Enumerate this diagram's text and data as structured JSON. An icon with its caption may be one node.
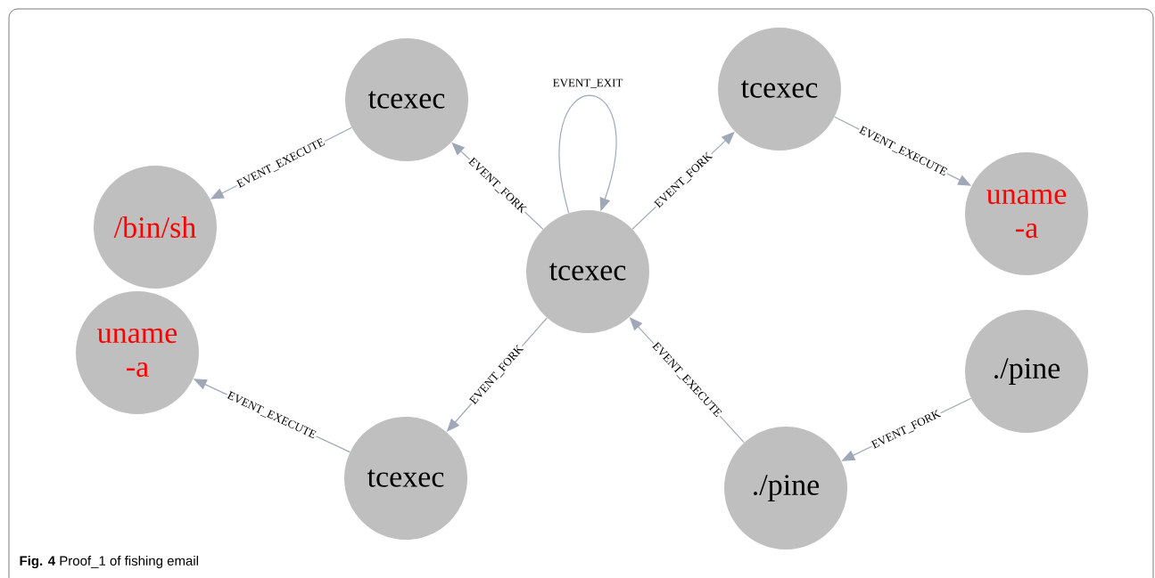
{
  "diagram": {
    "caption": "**Fig. 4** Proof_1 of fishing email",
    "nodes": [
      {
        "text": [
          "tcexec"
        ]
      },
      {
        "text": [
          "tcexec"
        ]
      },
      {
        "text": [
          "/bin/sh"
        ]
      },
      {
        "text": [
          "tcexec"
        ]
      },
      {
        "text": [
          "uname -a"
        ]
      },
      {
        "text": [
          "uname -a"
        ]
      },
      {
        "text": [
          "tcexec"
        ]
      },
      {
        "text": [
          "./pine"
        ]
      },
      {
        "text": [
          "./pine"
        ]
      }
    ],
    "edges": [
      {
        "from": 0,
        "to": 1,
        "arrow": "to",
        "label": "EVENT_FORK"
      },
      {
        "from": 1,
        "to": 2,
        "arrow": "to",
        "label": "EVENT_EXECUTE"
      },
      {
        "from": 0,
        "to": 0,
        "arrow": "to",
        "label": "EVENT_EXIT"
      },
      {
        "from": 0,
        "to": 3,
        "arrow": "to",
        "label": "EVENT_FORK"
      },
      {
        "from": 3,
        "to": 4,
        "arrow": "to",
        "label": "EVENT_EXECUTE"
      },
      {
        "from": 0,
        "to": 6,
        "arrow": "to",
        "label": "EVENT_FORK"
      },
      {
        "from": 6,
        "to": 5,
        "arrow": "to",
        "label": "EVENT_EXECUTE"
      },
      {
        "from": 8,
        "to": 0,
        "arrow": "to",
        "label": "EVENT_EXECUTE"
      },
      {
        "from": 7,
        "to": 8,
        "arrow": "to",
        "label": "EVENT_FORK"
      }
    ]
  }
}
